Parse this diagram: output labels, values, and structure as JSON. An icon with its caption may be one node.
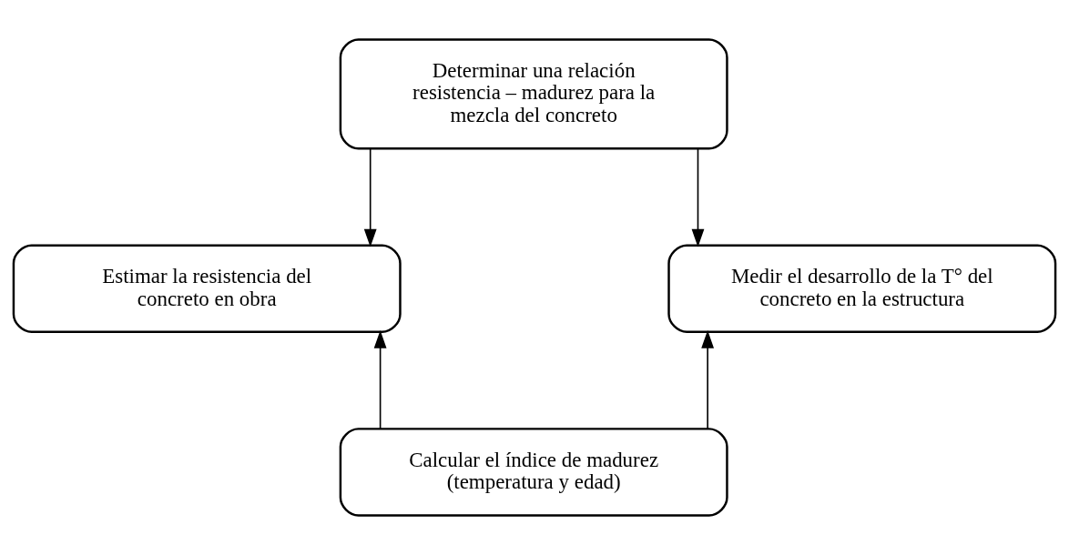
{
  "diagram": {
    "nodes": [
      {
        "text": [
          "Determinar una relación resistencia – madurez para la mezcla del concreto"
        ]
      },
      {
        "text": [
          "Estimar la resistencia del concreto en obra"
        ]
      },
      {
        "text": [
          "Medir el desarrollo de la T° del concreto en la estructura"
        ]
      },
      {
        "text": [
          "Calcular el índice de madurez (temperatura y edad)"
        ]
      }
    ],
    "edges": [
      {
        "from": 0,
        "to": 1,
        "arrow": "to"
      },
      {
        "from": 0,
        "to": 2,
        "arrow": "to"
      },
      {
        "from": 3,
        "to": 1,
        "arrow": "to"
      },
      {
        "from": 3,
        "to": 2,
        "arrow": "to"
      }
    ]
  }
}
